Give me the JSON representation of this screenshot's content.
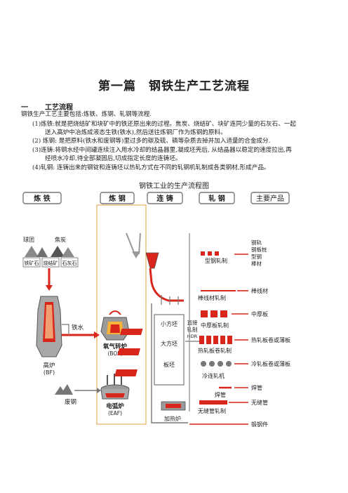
{
  "doc": {
    "title": "第一篇　钢铁生产工艺流程",
    "section_num": "一",
    "section_title": "工艺流程",
    "intro": "钢铁生产工艺主要包括:炼铁、炼钢、轧钢等流程.",
    "items": [
      "(1)炼铁:就是把烧结矿和块矿中的铁还原出来的过程。焦炭、烧结矿、块矿连同少量的石灰石、一起",
      "送入高炉中冶炼成液态生铁(铁水),然后送往炼钢厂作为炼钢的原料。",
      "(2) 炼钢: 是把原料(铁水和废钢等)里过多的碳及硫、磷等杂质去掉并加入适量的合金成分.",
      "(3)连铸:将钢水经中间罐连续注入用水冷却的结晶器里,凝成坯壳后, 从结晶器以稳定的速度拉出,再",
      "经喷水冷却,待全部凝固后,切成指定长度的连铸坯。",
      "(4)轧钢: 连铸出来的钢锭和连铸坯以热轧方式在不同的轧钢机轧制成各类钢材,形成产品。"
    ]
  },
  "diagram": {
    "title": "钢铁工业的生产流程图",
    "headers": [
      "炼 铁",
      "炼 钢",
      "连 铸",
      "轧 钢",
      "主要产品"
    ],
    "raw_materials": [
      "球团",
      "焦炭",
      "铁矿石",
      "烧结矿",
      "石灰石"
    ],
    "iron_water": "铁水",
    "blast_furnace": [
      "高炉",
      "(BF)"
    ],
    "scrap": "废钢",
    "bof": [
      "氧气转炉",
      "(BOF)"
    ],
    "eaf": [
      "电弧炉",
      "(EAF)"
    ],
    "billets": [
      "小方坯",
      "大方坯",
      "板坯"
    ],
    "direct_rolling": [
      "直接",
      "轧制",
      "HDR"
    ],
    "reheat_furnace": "加热炉",
    "mills": [
      "型钢轧制",
      "棒线材轧制",
      "中厚板轧制",
      "热轧板卷轧制",
      "冷连轧机",
      "焊管",
      "无缝管轧制"
    ],
    "products": [
      "钢轨",
      "钢板桩",
      "型钢",
      "棒材",
      "棒线材",
      "中厚板",
      "热轧板卷或薄板",
      "冷轧板卷或薄板",
      "焊管",
      "无缝管",
      "锻钢件"
    ],
    "colors": {
      "red": "#d9261c",
      "steel": "#9a9a9a",
      "frame": "#e0a23a",
      "header": "#777777"
    }
  }
}
